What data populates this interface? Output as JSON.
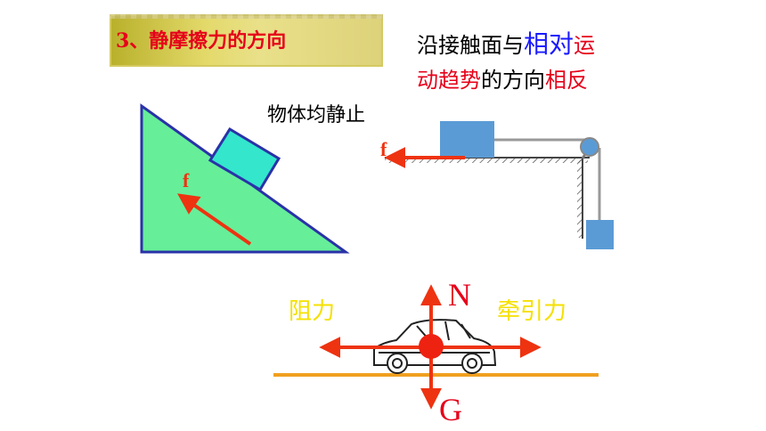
{
  "title": "3、静摩擦力的方向",
  "caption": {
    "line1_plain": "沿接触面与",
    "line1_emph": "相对",
    "line1_tail": "运",
    "line2_emph": "动趋势",
    "line2_plain": "的方向",
    "line2_tail": "相反"
  },
  "still_label": "物体均静止",
  "incline": {
    "force_label": "f"
  },
  "pulley_setup": {
    "force_label": "f"
  },
  "car": {
    "left_label": "阻力",
    "right_label": "牵引力",
    "up_label": "N",
    "down_label": "G"
  },
  "colors": {
    "incline_fill": "#66ee99",
    "block_fill": "#33e6cc",
    "blue_block": "#5b9bd5",
    "arrow_red": "#ee3311",
    "ground_orange": "#f0a020",
    "outline_blue": "#2a32a8"
  }
}
